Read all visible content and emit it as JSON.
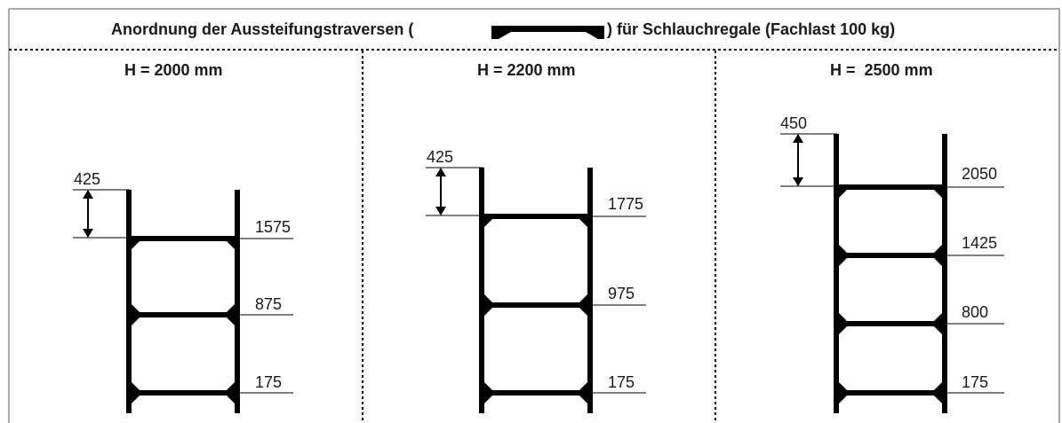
{
  "title": {
    "prefix": "Anordnung der Aussteifungstraversen (",
    "suffix": ") für Schlauchregale (Fachlast 100 kg)"
  },
  "panels": [
    {
      "height_label": "H = 2000 mm",
      "top_gap": "425",
      "levels": [
        "1575",
        "875",
        "175"
      ]
    },
    {
      "height_label": "H = 2200 mm",
      "top_gap": "425",
      "levels": [
        "1775",
        "975",
        "175"
      ]
    },
    {
      "height_label": "H =  2500 mm",
      "top_gap": "450",
      "levels": [
        "2050",
        "1425",
        "800",
        "175"
      ]
    }
  ],
  "colors": {
    "ink": "#1a1a1a",
    "frame": "#000000",
    "background": "#ffffff"
  },
  "icons": {
    "traverse": "traverse-beam-symbol-icon",
    "dimension": "double-arrow-dimension-icon"
  }
}
